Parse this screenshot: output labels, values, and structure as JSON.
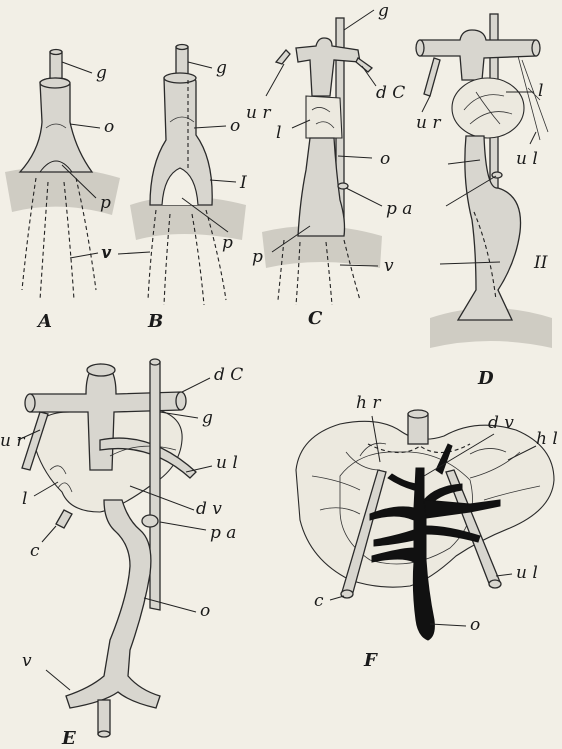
{
  "panels": {
    "A": {
      "letter": "A",
      "labels": {
        "g": "g",
        "o": "o",
        "p": "p",
        "v": "v"
      }
    },
    "B": {
      "letter": "B",
      "labels": {
        "g": "g",
        "o": "o",
        "I": "I",
        "p": "p",
        "v": "v"
      }
    },
    "C": {
      "letter": "C",
      "labels": {
        "g": "g",
        "ur": "u r",
        "dC": "d C",
        "l": "l",
        "o": "o",
        "pa": "p a",
        "p": "p",
        "v": "v"
      }
    },
    "D": {
      "letter": "D",
      "labels": {
        "ur": "u r",
        "l": "l",
        "ul": "u l",
        "II": "II"
      }
    },
    "E": {
      "letter": "E",
      "labels": {
        "dC": "d C",
        "g": "g",
        "ur": "u r",
        "ul": "u l",
        "l": "l",
        "dv": "d v",
        "c": "c",
        "pa": "p a",
        "o": "o",
        "v": "v"
      }
    },
    "F": {
      "letter": "F",
      "labels": {
        "hr": "h r",
        "dv": "d v",
        "hl": "h l",
        "c": "c",
        "ul": "u l",
        "o": "o"
      }
    }
  }
}
